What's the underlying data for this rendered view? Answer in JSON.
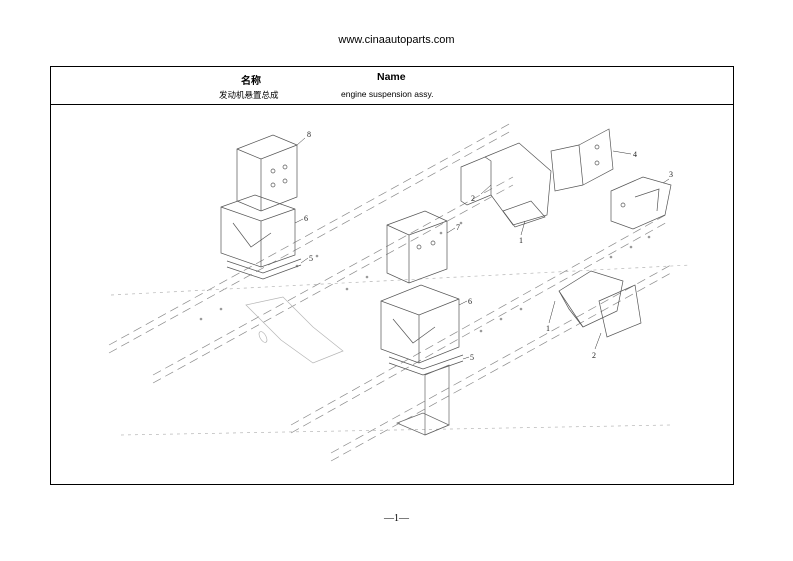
{
  "header": {
    "site_url": "www.cinaautoparts.com"
  },
  "table": {
    "col_cn_label": "名称",
    "col_en_label": "Name",
    "name_cn": "发动机悬置总成",
    "name_en": "engine suspension assy."
  },
  "diagram": {
    "callouts": [
      "8",
      "6",
      "5",
      "7",
      "6",
      "5",
      "2",
      "1",
      "4",
      "3",
      "1",
      "2"
    ]
  },
  "footer": {
    "page_number": "—1—"
  }
}
